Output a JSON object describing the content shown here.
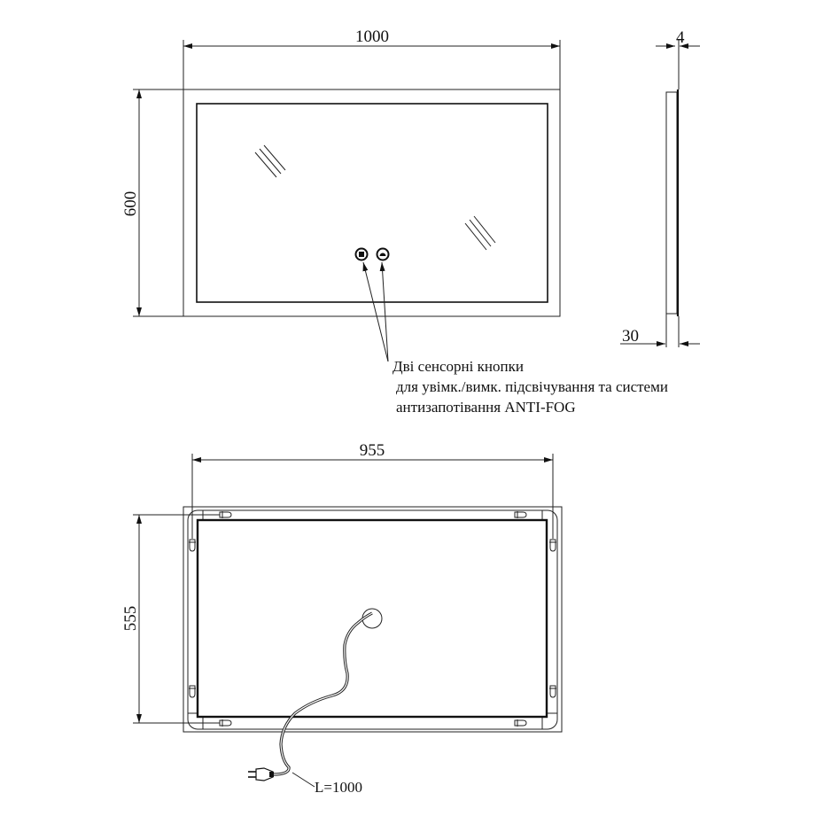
{
  "front_view": {
    "width_label": "1000",
    "height_label": "600",
    "note_lines": [
      "Дві сенсорні кнопки",
      "для увімк./вимк. підсвічування та системи",
      "антизапотівання ANTI-FOG"
    ]
  },
  "side_view": {
    "glass_thickness_label": "4",
    "depth_label": "30"
  },
  "back_view": {
    "mount_width_label": "955",
    "mount_height_label": "555",
    "cable_length_label": "L=1000"
  }
}
